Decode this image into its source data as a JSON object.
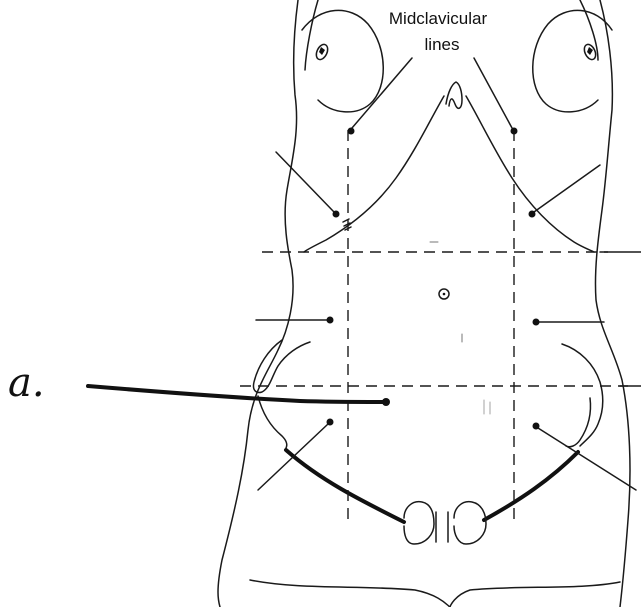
{
  "labels": {
    "midclavicular_line1": "Midclavicular",
    "midclavicular_line2": "lines",
    "handwritten_mark": "a."
  },
  "colors": {
    "ink": "#111111",
    "background": "#ffffff"
  }
}
